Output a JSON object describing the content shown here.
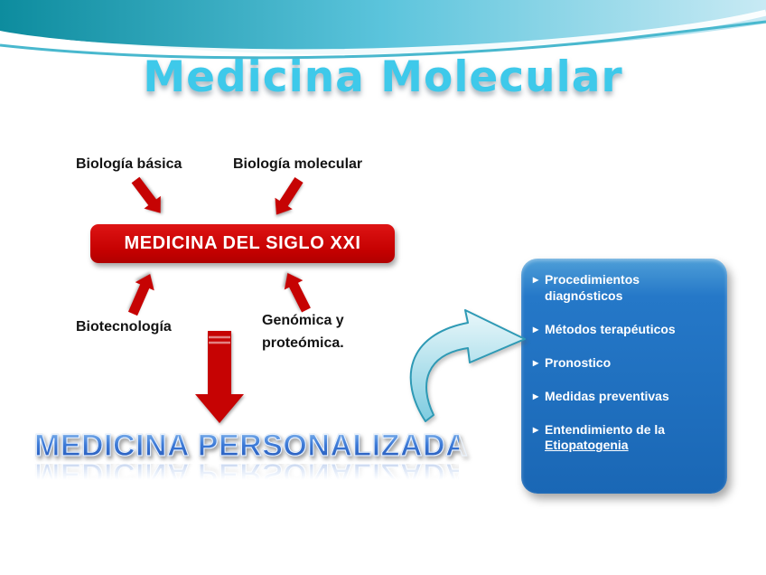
{
  "title": "Medicina Molecular",
  "diagram": {
    "top_left_label": "Biología básica",
    "top_right_label": "Biología molecular",
    "center_box_label": "MEDICINA DEL SIGLO XXI",
    "bottom_left_label": "Biotecnología",
    "bottom_right_label": "Genómica y proteómica.",
    "result_label": "MEDICINA PERSONALIZADA"
  },
  "panel": {
    "bullet": "▸",
    "items": [
      {
        "text": "Procedimientos diagnósticos"
      },
      {
        "text": "Métodos terapéuticos"
      },
      {
        "text": "Pronostico"
      },
      {
        "text": "Medidas preventivas"
      },
      {
        "text": "Entendimiento de la",
        "link": "Etiopatogenia"
      }
    ]
  },
  "colors": {
    "title_cyan": "#3EC9EA",
    "accent_red": "#C60303",
    "panel_blue": "#2176C7",
    "wordart_blue": "#2B63C8",
    "wave_teal": "#128EA0",
    "cyan_arrow_fill": "#A9DEEC"
  }
}
